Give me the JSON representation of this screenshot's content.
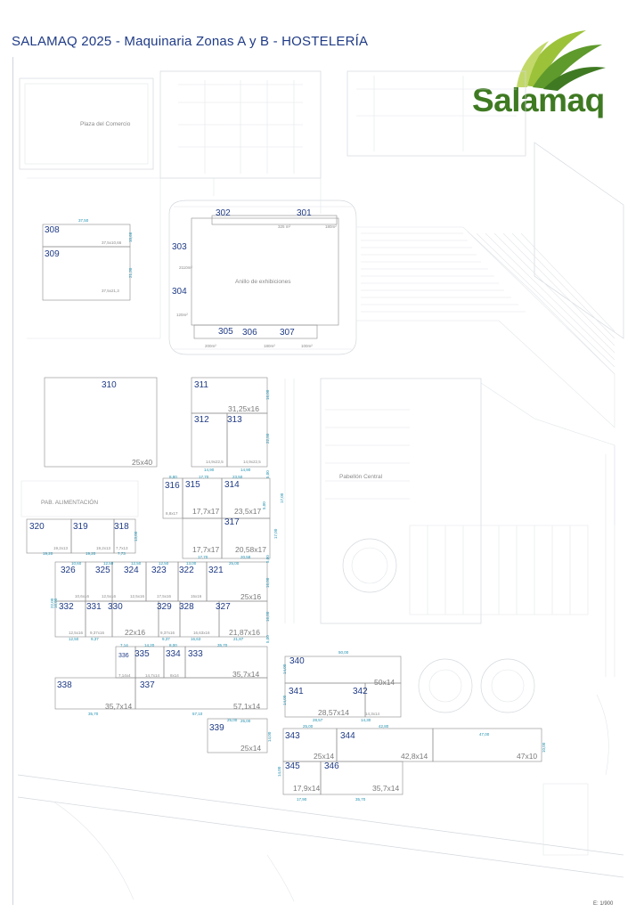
{
  "header": {
    "title": "SALAMAQ 2025 - Maquinaria Zonas A y B - HOSTELERÍA",
    "logo_text": "Salamaq",
    "scale_label": "E: 1/900"
  },
  "colors": {
    "title": "#1f3b86",
    "stand_number": "#1f3b86",
    "dimension": "#1e8fb0",
    "logo_green": "#3f7a22",
    "logo_light": "#9cc23a"
  },
  "zones": {
    "plaza": "Plaza del Comercio",
    "anillo": "Anillo de exhibiciones",
    "pabellon_central": "Pabellón Central",
    "pab_alimentacion": "PAB. ALIMENTACIÓN"
  },
  "stand_numbers": [
    "301",
    "302",
    "303",
    "304",
    "305",
    "306",
    "307",
    "308",
    "309",
    "310",
    "311",
    "312",
    "313",
    "314",
    "315",
    "316",
    "317",
    "318",
    "319",
    "320",
    "321",
    "322",
    "323",
    "324",
    "325",
    "326",
    "327",
    "328",
    "329",
    "330",
    "331",
    "332",
    "333",
    "334",
    "335",
    "336",
    "337",
    "338",
    "339",
    "340",
    "341",
    "342",
    "343",
    "344",
    "345",
    "346"
  ],
  "sizes": {
    "s310": "25x40",
    "s311": "31,25x16",
    "s316": "17,7x17",
    "s314": "23,5x17",
    "s317a": "17,7x17",
    "s317b": "20,58x17",
    "s327": "25x16",
    "s327b": "21,87x16",
    "s333": "35,7x14",
    "s337": "57,1x14",
    "s338": "35,7x14",
    "s342": "50x14",
    "s342b": "28,57x14",
    "s339": "25x14",
    "s344a": "25x14",
    "s344b": "42,8x14",
    "s344c": "47x10",
    "s345": "17,9x14",
    "s346": "35,7x14",
    "s330": "22x16"
  },
  "small_labels": {
    "a": "325 m²",
    "b": "180m²",
    "c": "2110m²",
    "d": "120m²",
    "e": "200m²",
    "f": "180m²",
    "g": "100m²",
    "h": "37,5x10,66",
    "i": "37,5x21,3",
    "j": "14,9x22,5",
    "k": "14,9x22,5",
    "l": "8,8x17",
    "m": "19,2x13",
    "n": "19,2x13",
    "o": "7,7x13",
    "p": "10,6x16",
    "q": "12,5x16",
    "r": "12,5x16",
    "s": "17,5x16",
    "t": "15x16",
    "u": "12,5x16",
    "v": "9,37x16",
    "w": "9,37x16",
    "x": "16,63x16",
    "y": "7,14x4",
    "z": "14,7x14",
    "aa": "8x14",
    "ab": "14,3x14"
  },
  "dims": {
    "d1": "37,50",
    "d2": "10,66",
    "d3": "21,30",
    "d4": "16,00",
    "d5": "22,50",
    "d6": "14,90",
    "d7": "14,90",
    "d8": "8,80",
    "d9": "17,70",
    "d10": "23,50",
    "d11": "5,00",
    "d12": "17,00",
    "d13": "17,00",
    "d14": "17,70",
    "d15": "20,58",
    "d16": "25,00",
    "d17": "5,00",
    "d18": "19,20",
    "d19": "19,20",
    "d20": "7,73",
    "d21": "13,00",
    "d22": "10,60",
    "d23": "12,50",
    "d24": "12,50",
    "d25": "12,50",
    "d26": "13,00",
    "d27": "16,00",
    "d28": "16,00",
    "d29": "22,00",
    "d30": "12,50",
    "d31": "9,37",
    "d32": "7,14",
    "d33": "14,20",
    "d34": "9,37",
    "d35": "8,00",
    "d36": "16,63",
    "d37": "21,87",
    "d38": "35,70",
    "d39": "5,00",
    "d40": "50,00",
    "d41": "14,00",
    "d42": "14,00",
    "d43": "57,10",
    "d44": "25,00",
    "d45": "35,70",
    "d46": "28,57",
    "d47": "14,30",
    "d48": "42,80",
    "d49": "47,00",
    "d50": "10,00",
    "d51": "25,00",
    "d52": "14,00",
    "d53": "14,00",
    "d54": "17,90",
    "d55": "35,70",
    "d56": "16,00",
    "d57": "5,00",
    "d58": "25,00"
  }
}
